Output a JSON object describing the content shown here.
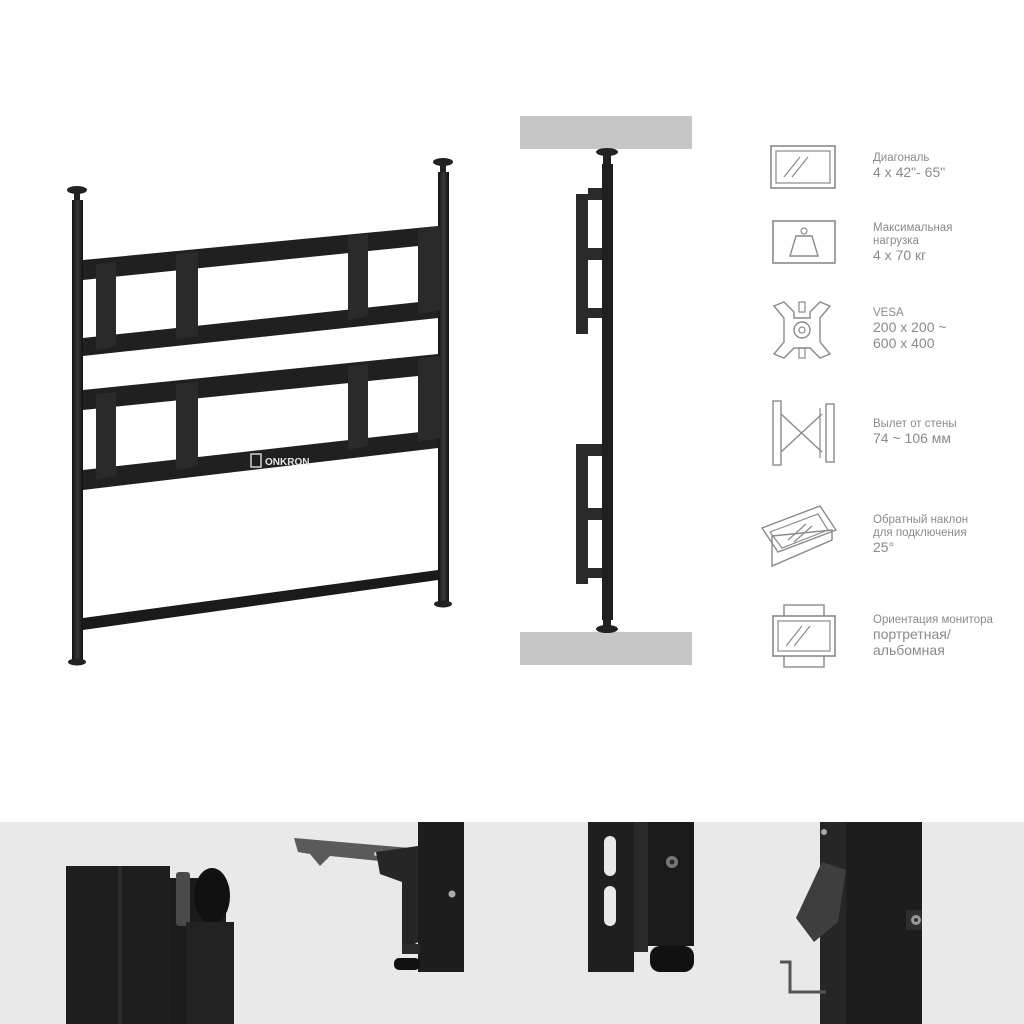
{
  "brand": {
    "logo_text": "ONKRON"
  },
  "specs": [
    {
      "icon": "diagonal-icon",
      "lines": [
        "Диагональ"
      ],
      "values": [
        "4 x 42\"- 65\""
      ]
    },
    {
      "icon": "weight-icon",
      "lines": [
        "Максимальная",
        "нагрузка"
      ],
      "values": [
        "4 x 70 кг"
      ]
    },
    {
      "icon": "vesa-icon",
      "lines": [
        "VESA"
      ],
      "values": [
        "200 x 200 ~",
        "600 x 400"
      ]
    },
    {
      "icon": "wall-distance-icon",
      "lines": [
        "Вылет от стены"
      ],
      "values": [
        "74 ~ 106 мм"
      ]
    },
    {
      "icon": "tilt-icon",
      "lines": [
        "Обратный наклон",
        "для подключения"
      ],
      "values": [
        "25°"
      ]
    },
    {
      "icon": "orientation-icon",
      "lines": [
        "Ориентация монитора"
      ],
      "values": [
        "портретная/",
        "альбомная"
      ]
    }
  ],
  "colors": {
    "metal": "#232323",
    "icon_gray": "#8a8a8a",
    "ceiling_gray": "#c6c6c6",
    "strip_bg": "#e9e9e9"
  }
}
